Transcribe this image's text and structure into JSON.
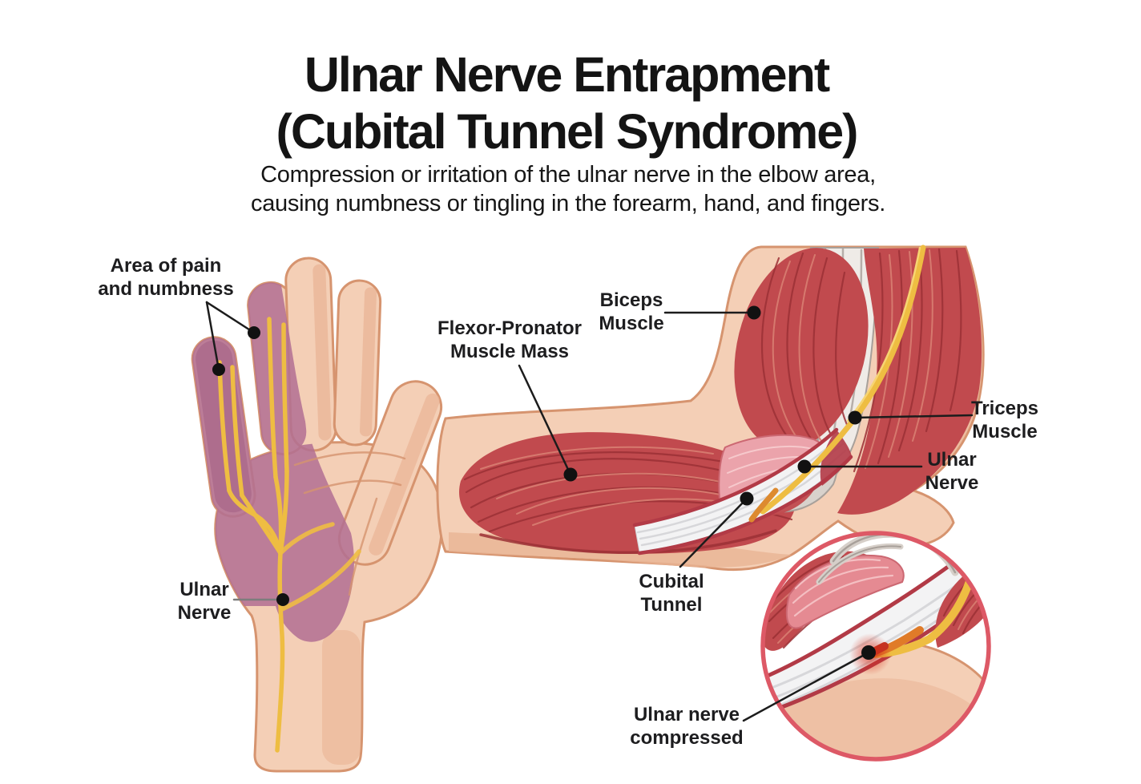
{
  "title": {
    "line1": "Ulnar Nerve Entrapment",
    "line2": "(Cubital Tunnel Syndrome)"
  },
  "subtitle": {
    "line1": "Compression or irritation of the ulnar nerve in the elbow area,",
    "line2": "causing numbness or tingling in the forearm, hand, and fingers."
  },
  "labels": {
    "area_of_pain": {
      "line1": "Area of pain",
      "line2": "and numbness"
    },
    "ulnar_nerve_hand": {
      "line1": "Ulnar",
      "line2": "Nerve"
    },
    "flexor_pronator": {
      "line1": "Flexor-Pronator",
      "line2": "Muscle Mass"
    },
    "biceps": {
      "line1": "Biceps",
      "line2": "Muscle"
    },
    "triceps": {
      "line1": "Triceps",
      "line2": "Muscle"
    },
    "ulnar_nerve_elbow": {
      "line1": "Ulnar",
      "line2": "Nerve"
    },
    "cubital_tunnel": {
      "line1": "Cubital",
      "line2": "Tunnel"
    },
    "ulnar_nerve_compressed": {
      "line1": "Ulnar nerve",
      "line2": "compressed"
    }
  },
  "colors": {
    "skin": "#f4cfb6",
    "skin_shade": "#e9b495",
    "outline": "#d6946f",
    "purple": "#b26f93",
    "purple_dark": "#9d5c81",
    "nerve": "#eebd42",
    "nerve_deep": "#dd8a2f",
    "muscle": "#c14a4e",
    "muscle_dark": "#9c3136",
    "muscle_light": "#d97f72",
    "tendon_white": "#f3f3f4",
    "tendon_stripe": "#d7d7da",
    "band_edge": "#b23a46",
    "bone": "#efebe7",
    "bone_gray": "#a8a09a",
    "pink_tendon": "#eba3ab",
    "inset_border": "#dd5966",
    "compression": "#cf2d1d",
    "leader": "#1c1c1c",
    "leader_gray": "#7d7d7d",
    "text": "#1d1d1f"
  }
}
